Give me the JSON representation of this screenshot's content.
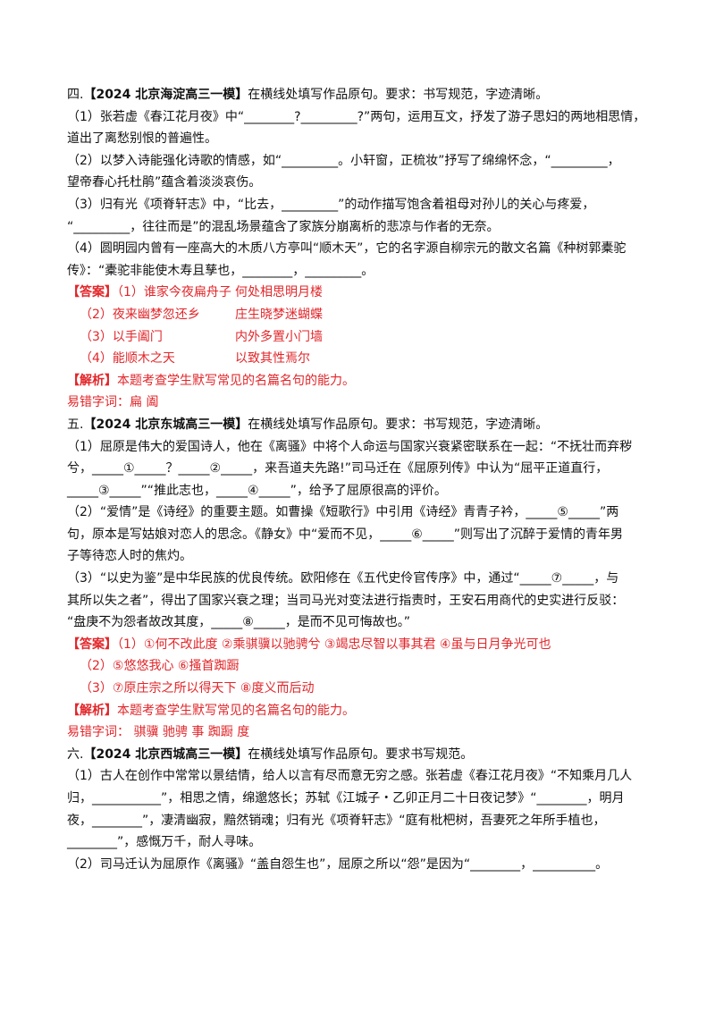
{
  "section4": {
    "heading_num": "四.",
    "heading_tag": "【2024 北京海淀高三一模】",
    "heading_rest": "在横线处填写作品原句。要求：书写规范，字迹清晰。",
    "q1_l1": "（1）张若虚《春江花月夜》中“________?_________?”两句，运用互文，抒发了游子思妇的两地相思情，",
    "q1_l2": "道出了离愁别恨的普遍性。",
    "q2_l1": "（2）以梦入诗能强化诗歌的情感，如“_________。小轩窗，正梳妆”抒写了绵绵怀念，“_________，",
    "q2_l2": "望帝春心托杜鹃”蕴含着淡淡哀伤。",
    "q3_l1": "（3）归有光《项脊轩志》中，“比去，_________”的动作描写饱含着祖母对孙儿的关心与疼爱，",
    "q3_l2": "“_________，往往而是”的混乱场景蕴含了家族分崩离析的悲凉与作者的无奈。",
    "q4_l1": "（4）圆明园内曾有一座高大的木质八方亭叫“顺木天”，它的名字源自柳宗元的散文名篇《种树郭橐驼",
    "q4_l2": "传》：“橐驼非能使木寿且孳也，________，_________。",
    "ans_tag": "【答案】",
    "ans": [
      {
        "a": "（1）谁家今夜扁舟子",
        "b": "何处相思明月楼"
      },
      {
        "a": "（2）夜来幽梦忽还乡",
        "b": "庄生晓梦迷蝴蝶"
      },
      {
        "a": "（3）以手阖门",
        "b": "内外多置小门墙"
      },
      {
        "a": "（4）能顺木之天",
        "b": "以致其性焉尔"
      }
    ],
    "jx_tag": "【解析】",
    "jx_text": "本题考查学生默写常见的名篇名句的能力。",
    "err": "易错字词：扁   阖"
  },
  "section5": {
    "heading_num": "五.",
    "heading_tag": "【2024 北京东城高三一模】",
    "heading_rest": "在横线处填写作品原句。要求：书写规范，字迹清晰。",
    "q1_l1": "（1）屈原是伟大的爱国诗人，他在《离骚》中将个人命运与国家兴衰紧密联系在一起：“不抚壮而弃秽",
    "q1_l2": "兮，_____①_____？_____②_____，来吾道夫先路!”司马迁在《屈原列传》中认为“屈平正道直行，",
    "q1_l3": "_____③_____”“推此志也，_____④_____”，给予了屈原很高的评价。",
    "q2_l1": "（2）“爱情”是《诗经》的重要主题。如曹操《短歌行》中引用《诗经》青青子衿，_____⑤_____”两",
    "q2_l2": "句，原本是写姑娘对恋人的思念。《静女》中“爱而不见，_____⑥_____”则写出了沉醉于爱情的青年男",
    "q2_l3": "子等待恋人时的焦灼。",
    "q3_l1": "（3）“以史为鉴”是中华民族的优良传统。欧阳修在《五代史伶官传序》中，通过“_____⑦_____，与",
    "q3_l2": "其所以失之者”，得出了国家兴衰之理；当司马光对变法进行指责时，王安石用商代的史实进行反驳：",
    "q3_l3": "“盘庚不为怨者故改其度，_____⑧_____，是而不见可悔故也。”",
    "ans_tag": "【答案】",
    "ans1": "（1）①何不改此度  ②乘骐骥以驰骋兮  ③竭忠尽智以事其君  ④虽与日月争光可也",
    "ans2": "（2）⑤悠悠我心  ⑥搔首踟蹰",
    "ans3": "（3）⑦原庄宗之所以得天下  ⑧度义而后动",
    "jx_tag": "【解析】",
    "jx_text": "本题考查学生默写常见的名篇名句的能力。",
    "err": "易错字词：  骐骥  驰骋  事  踟蹰    度"
  },
  "section6": {
    "heading_num": "六.",
    "heading_tag": "【2024 北京西城高三一模】",
    "heading_rest": "在横线处填写作品原句。要求书写规范。",
    "q1_l1": "（1）古人在创作中常常以景结情，给人以言有尽而意无穷之感。张若虚《春江花月夜》“不知乘月几人",
    "q1_l2": "归，___________”，相思之情，绵邈悠长；苏轼《江城子・乙卯正月二十日夜记梦》“________，明月",
    "q1_l3": "夜，________”，凄清幽寂，黯然销魂；归有光《项脊轩志》“庭有枇杷树，吾妻死之年所手植也，",
    "q1_l4": "________”，感慨万千，耐人寻味。",
    "q2_l1": "（2）司马迁认为屈原作《离骚》“盖自怨生也”，屈原之所以“怨”是因为“________，__________。"
  }
}
